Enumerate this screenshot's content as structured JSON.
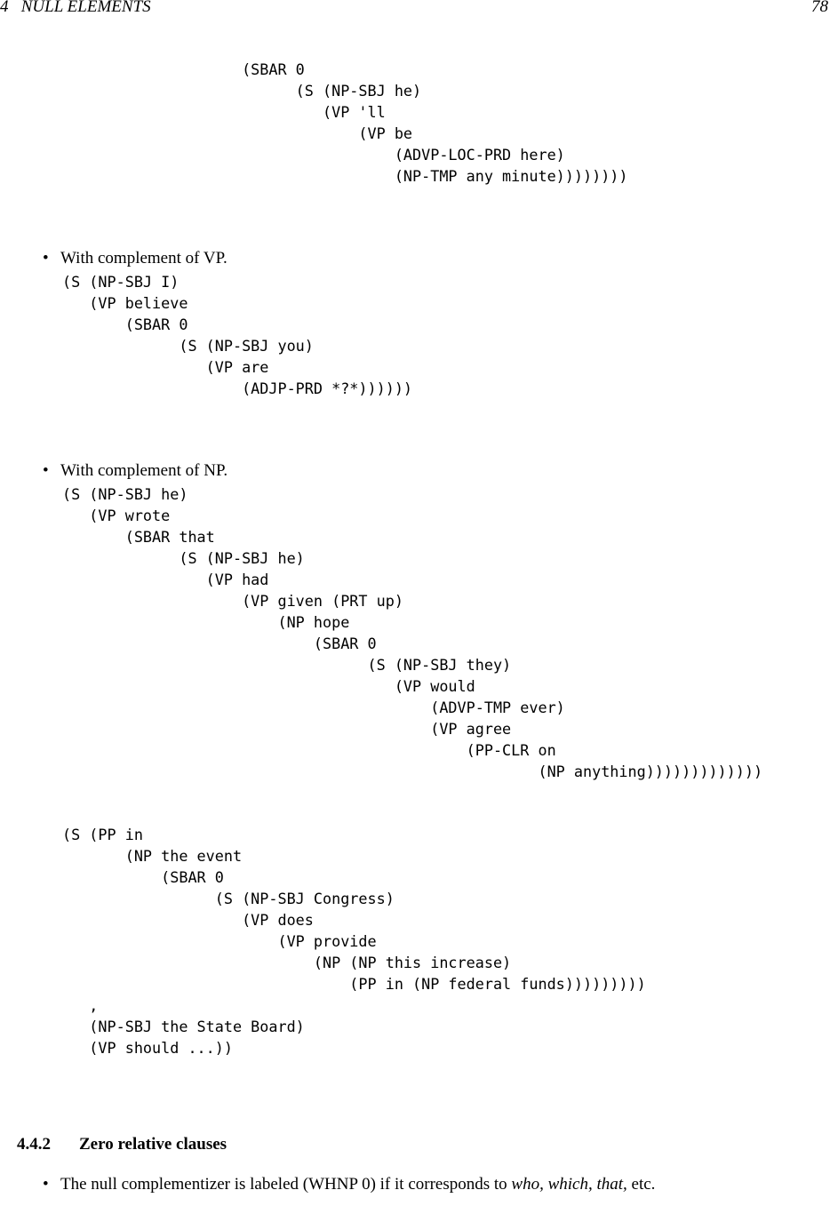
{
  "header": {
    "left": "4   NULL ELEMENTS",
    "right": "78"
  },
  "tree1": [
    "                    (SBAR 0",
    "                          (S (NP-SBJ he)",
    "                             (VP 'll",
    "                                 (VP be",
    "                                     (ADVP-LOC-PRD here)",
    "                                     (NP-TMP any minute))))))))"
  ],
  "bullet1": "With complement of VP.",
  "tree2": [
    "(S (NP-SBJ I)",
    "   (VP believe",
    "       (SBAR 0",
    "             (S (NP-SBJ you)",
    "                (VP are",
    "                    (ADJP-PRD *?*))))))"
  ],
  "bullet2": "With complement of NP.",
  "tree3": [
    "(S (NP-SBJ he)",
    "   (VP wrote",
    "       (SBAR that",
    "             (S (NP-SBJ he)",
    "                (VP had",
    "                    (VP given (PRT up)",
    "                        (NP hope",
    "                            (SBAR 0",
    "                                  (S (NP-SBJ they)",
    "                                     (VP would",
    "                                         (ADVP-TMP ever)",
    "                                         (VP agree",
    "                                             (PP-CLR on",
    "                                                     (NP anything)))))))))))))"
  ],
  "tree4": [
    "(S (PP in",
    "       (NP the event",
    "           (SBAR 0",
    "                 (S (NP-SBJ Congress)",
    "                    (VP does",
    "                        (VP provide",
    "                            (NP (NP this increase)",
    "                                (PP in (NP federal funds)))))))))",
    "   ,",
    "   (NP-SBJ the State Board)",
    "   (VP should ...))"
  ],
  "section": {
    "number": "4.4.2",
    "title": "Zero relative clauses"
  },
  "bullet3": {
    "pre": "The null complementizer is labeled (WHNP 0) if it corresponds to ",
    "emph": "who, which, that,",
    "post": " etc."
  }
}
